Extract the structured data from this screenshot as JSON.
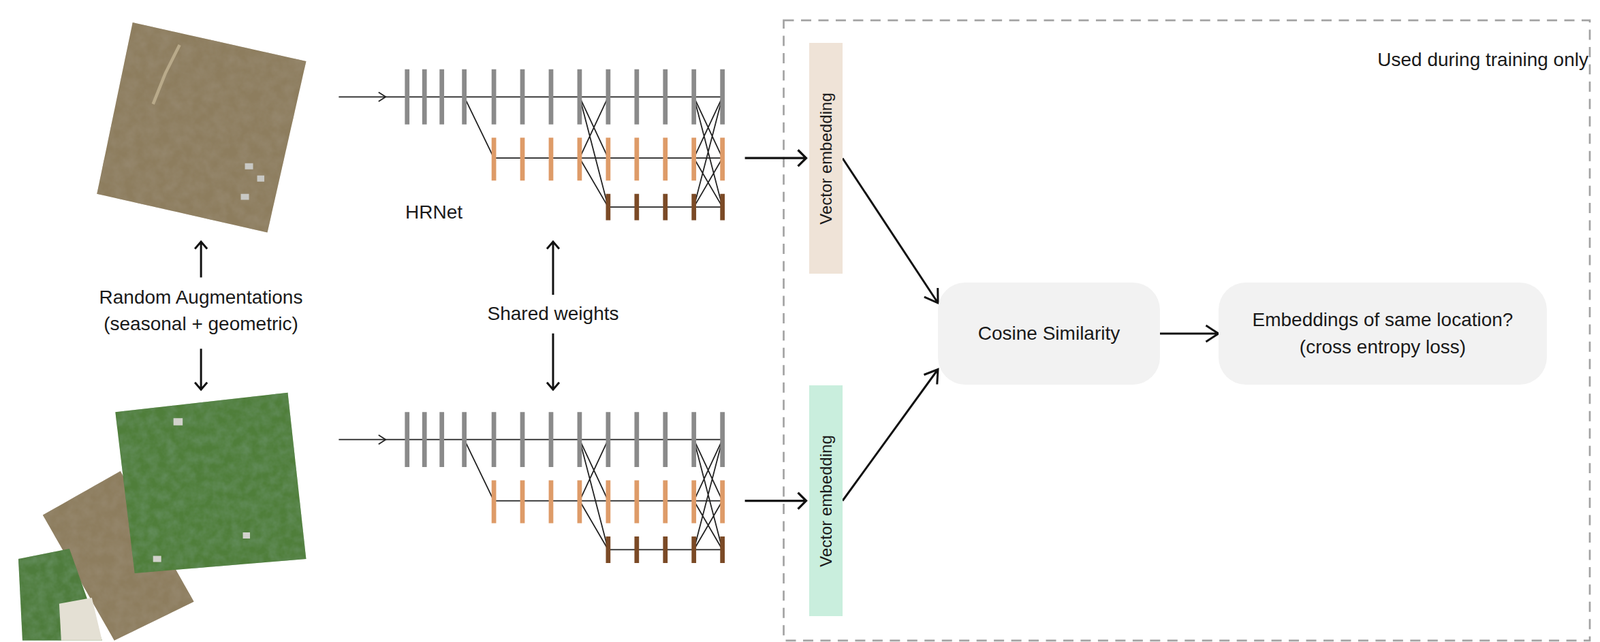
{
  "diagram": {
    "nodes": [
      {
        "text": [
          "Vector embedding"
        ]
      },
      {
        "text": [
          "Vector embedding"
        ]
      },
      {
        "text": [
          "Cosine Similarity"
        ]
      },
      {
        "text": [
          "Embeddings of same location?",
          "(cross entropy loss)"
        ]
      }
    ],
    "edges": [
      {
        "from": 0,
        "to": 2,
        "arrow": "to"
      },
      {
        "from": 1,
        "to": 2,
        "arrow": "to"
      },
      {
        "from": 2,
        "to": 3,
        "arrow": "to"
      }
    ],
    "labels": [
      "Random Augmentations",
      "(seasonal + geometric)",
      "HRNet",
      "Shared weights",
      "Used during training only"
    ]
  }
}
